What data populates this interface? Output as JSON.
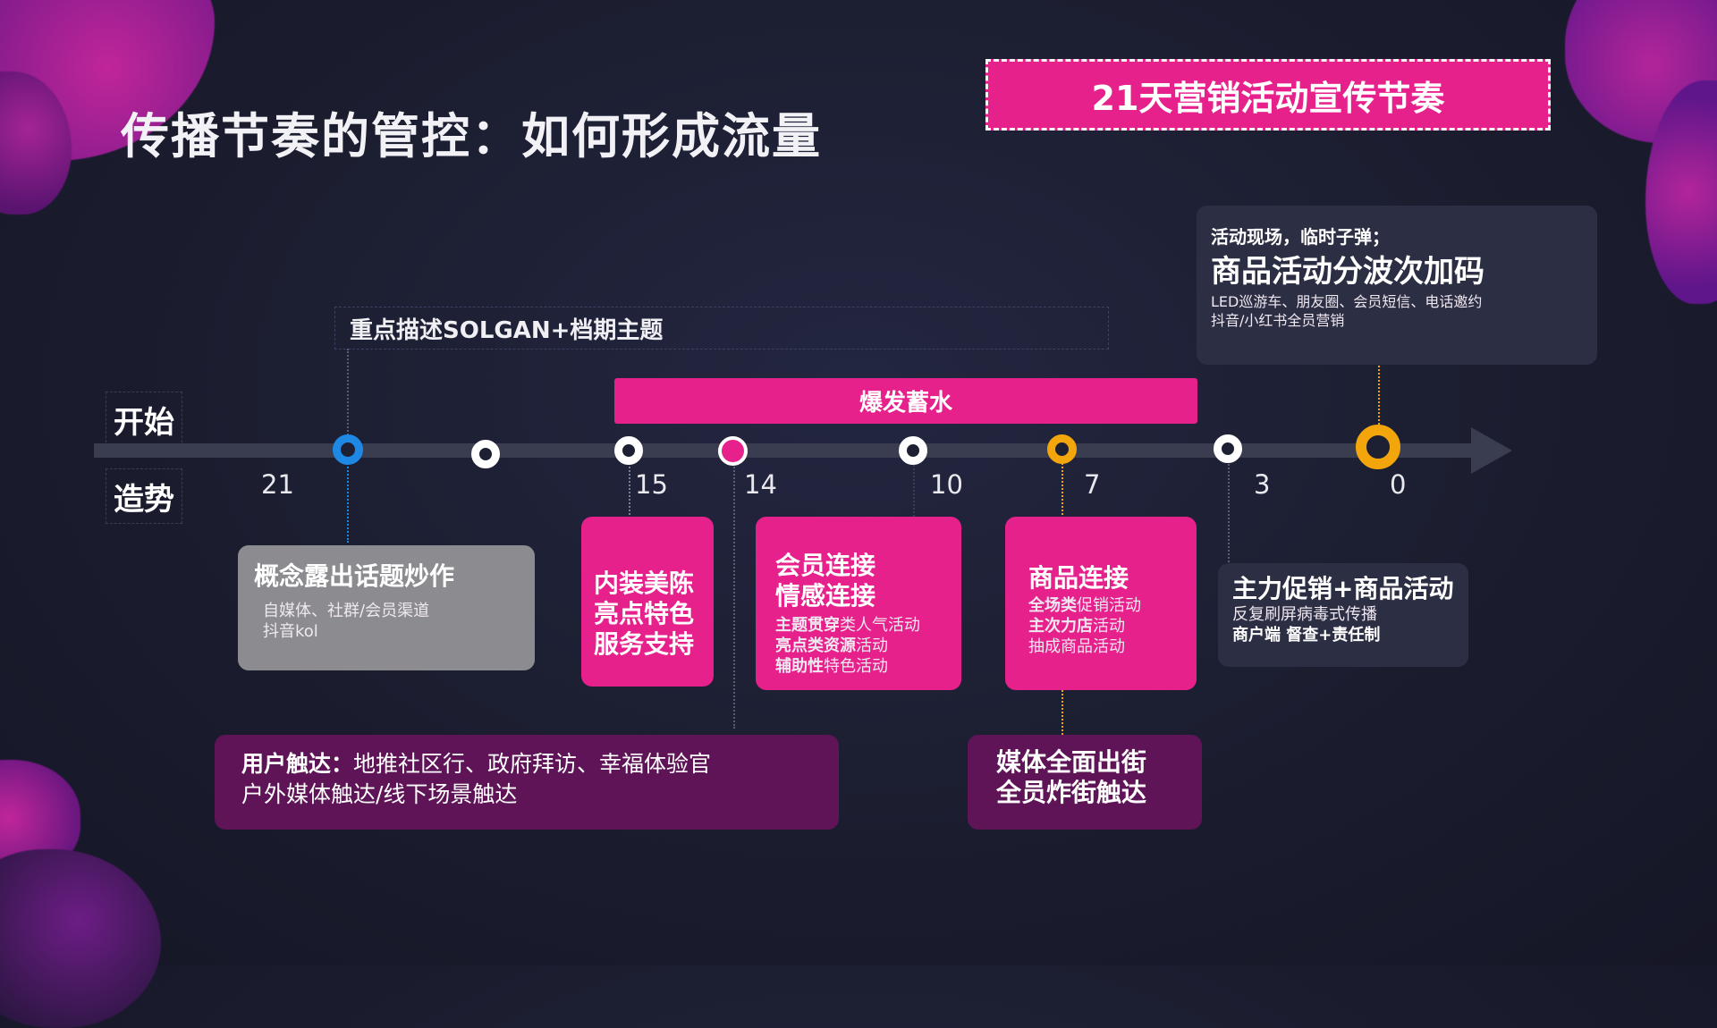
{
  "title": "传播节奏的管控：如何形成流量",
  "banner": "21天营销活动宣传节奏",
  "side_labels": {
    "start": "开始",
    "momentum": "造势"
  },
  "slogan": "重点描述SOLGAN+档期主题",
  "burst": "爆发蓄水",
  "ticks": [
    "21",
    "15",
    "14",
    "10",
    "7",
    "3",
    "0"
  ],
  "cards": {
    "concept": {
      "title": "概念露出话题炒作",
      "line1": "自媒体、社群/会员渠道",
      "line2": "抖音kol"
    },
    "decor": {
      "l1": "内装美陈",
      "l2": "亮点特色",
      "l3": "服务支持"
    },
    "member": {
      "l1": "会员连接",
      "l2": "情感连接",
      "r1_b": "主题贯穿",
      "r1": "类人气活动",
      "r2_b": "亮点类资源",
      "r2": "活动",
      "r3_b": "辅助性",
      "r3": "特色活动"
    },
    "product": {
      "title": "商品连接",
      "r1_b": "全场类",
      "r1": "促销活动",
      "r2_b": "主次力店",
      "r2": "活动",
      "r3": "抽成商品活动"
    },
    "main_promo": {
      "title": "主力促销+商品活动",
      "line1": "反复刷屏病毒式传播",
      "line2": "商户端 督查+责任制"
    },
    "onsite": {
      "l1": "活动现场，临时子弹；",
      "title": "商品活动分波次加码",
      "l2": "LED巡游车、朋友圈、会员短信、电话邀约",
      "l3": "抖音/小红书全员营销"
    },
    "reach": {
      "b": "用户触达：",
      "l1": "地推社区行、政府拜访、幸福体验官",
      "l2": "户外媒体触达/线下场景触达"
    },
    "media": {
      "l1": "媒体全面出街",
      "l2": "全员炸街触达"
    }
  },
  "colors": {
    "pink": "#e7218c",
    "blue": "#1e88e5",
    "gold": "#f2a60c",
    "gray": "#8c8c90",
    "purple": "#5e1456"
  }
}
